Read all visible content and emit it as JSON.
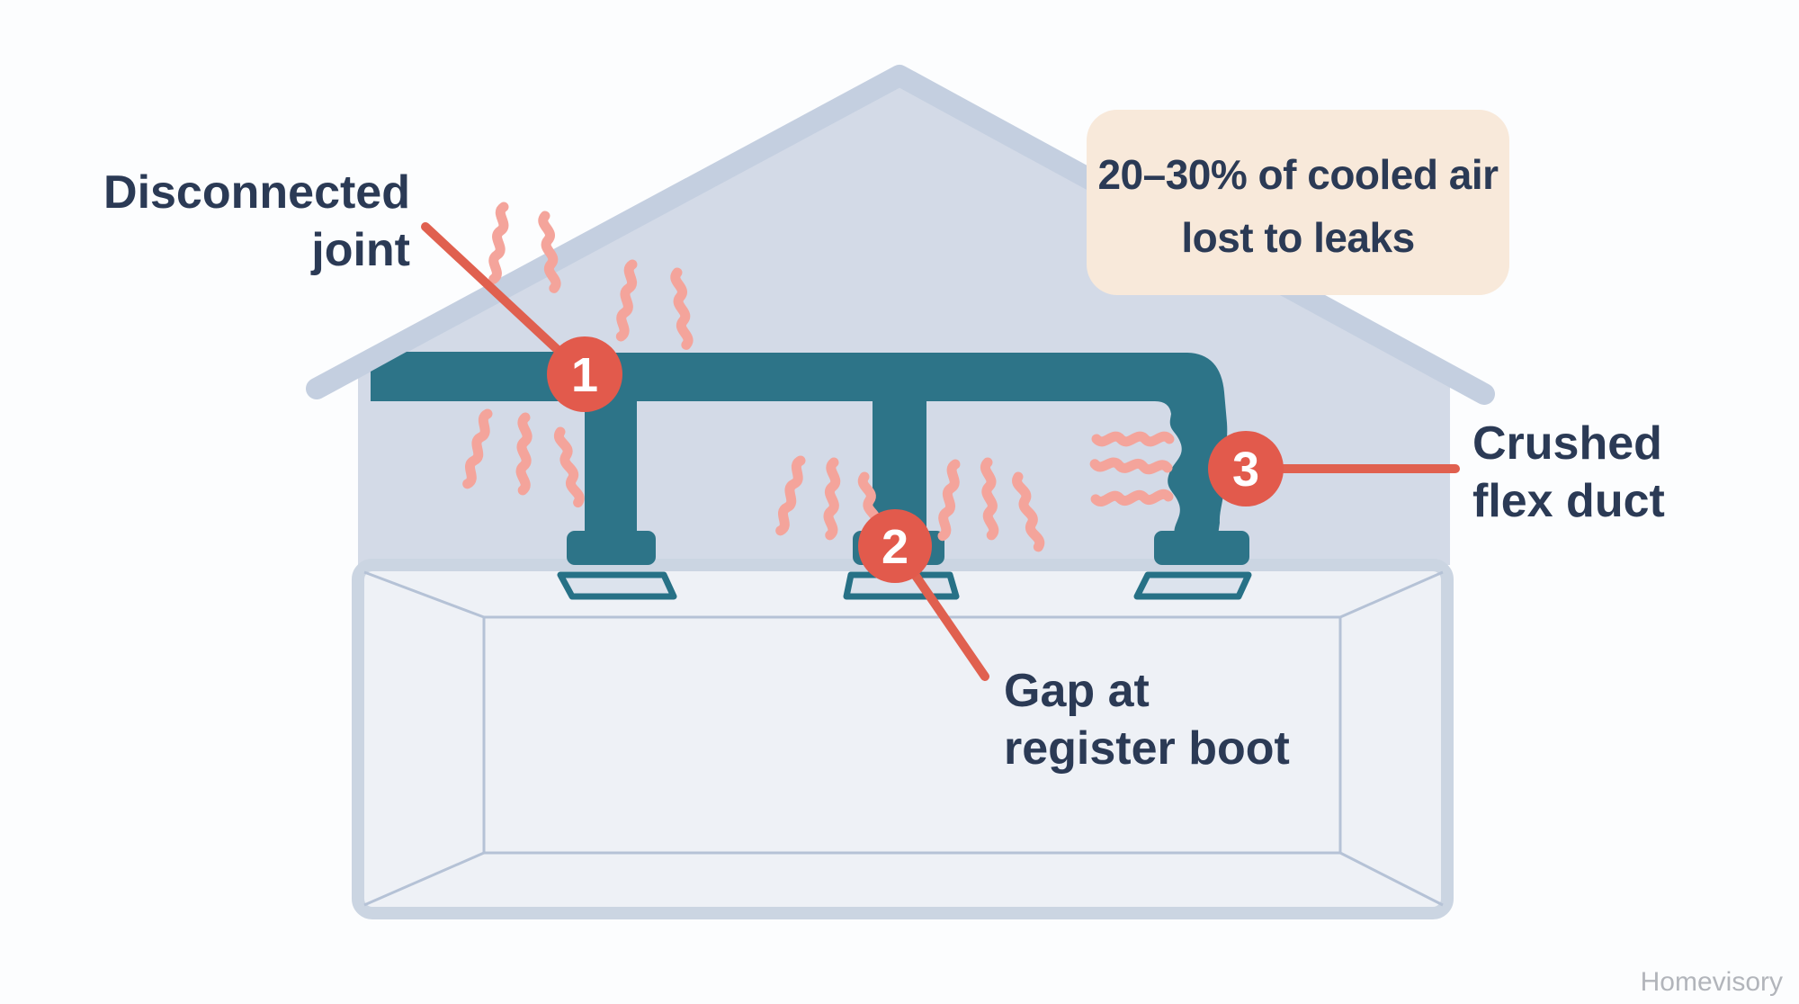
{
  "diagram": {
    "description": "House cross-section showing duct leak points",
    "callout": {
      "line1": "20–30% of cooled air",
      "line2": "lost to leaks"
    },
    "markers": [
      {
        "number": "1",
        "label_line1": "Disconnected",
        "label_line2": "joint"
      },
      {
        "number": "2",
        "label_line1": "Gap at",
        "label_line2": "register boot"
      },
      {
        "number": "3",
        "label_line1": "Crushed",
        "label_line2": "flex duct"
      }
    ],
    "watermark": "Homevisory",
    "colors": {
      "background": "#fcfdfe",
      "house": "#d3dae7",
      "roof_outline": "#c4cfe0",
      "room_fill": "#eef1f6",
      "room_border": "#cbd5e2",
      "perspective_line": "#b5c2d6",
      "duct": "#2d7488",
      "register_fill": "#dce3ed",
      "register_stroke": "#277186",
      "marker": "#e25a4c",
      "marker_text": "#ffffff",
      "leader": "#e0604f",
      "squiggle": "#f4a49b",
      "callout_bg": "#f8e9da",
      "text": "#2b3a55",
      "watermark": "#b2b5bb"
    }
  }
}
